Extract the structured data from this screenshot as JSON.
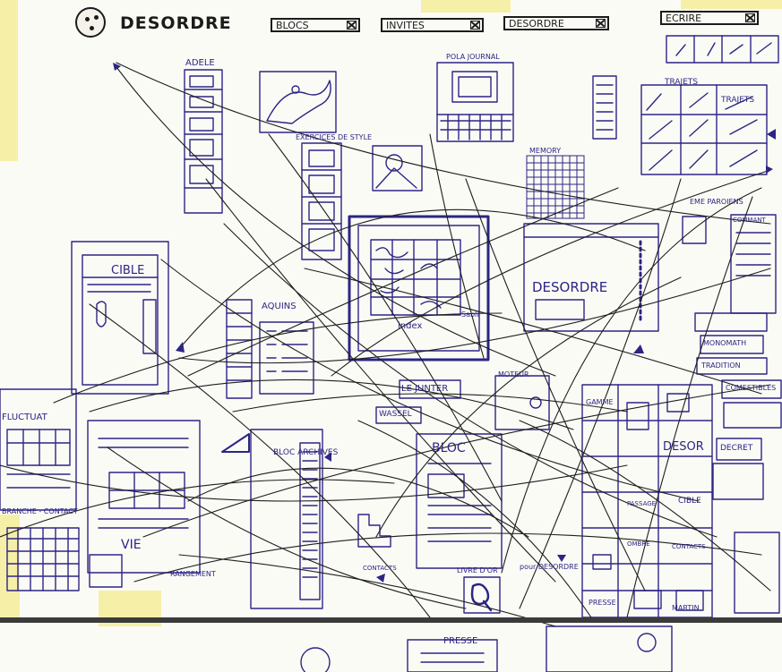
{
  "header": {
    "logo_text": "DESORDRE",
    "nav": [
      {
        "label": "BLOCS"
      },
      {
        "label": "INVITES"
      },
      {
        "label": "DESORDRE"
      },
      {
        "label": "ECRIRE"
      }
    ]
  },
  "labels": {
    "adele": "ADELE",
    "pola_journal": "POLA JOURNAL",
    "exercices": "EXERCICES DE STYLE",
    "memory": "MEMORY",
    "trajets_1": "TRAJETS",
    "trajets_2": "TRAJETS",
    "cible": "CIBLE",
    "aquins": "AQUINS",
    "index": "index",
    "sabli": "Sabli",
    "desordre_center": "DESORDRE",
    "eme_paroiens": "EME PAROIENS",
    "commant": "COMMANT",
    "le_junter": "LE JUNTER",
    "moteur": "MOTEUR",
    "wassel": "WASSEL",
    "fluctuat": "FLUCTUAT",
    "bloc_archives": "BLOC ARCHIVES",
    "bloc": "BLOC",
    "gamme": "GAMME",
    "desor": "DESOR",
    "vie": "VIE",
    "branche_contact": "BRANCHE - CONTACT",
    "rangement": "RANGEMENT",
    "contacts": "CONTACTS",
    "livre_dor": "LIVRE D'OR",
    "pour_desordre": "pour DESORDRE",
    "cible2": "CIBLE",
    "presse_bottom": "PRESSE",
    "presse_cell": "PRESSE",
    "martin": "MARTIN",
    "passage": "PASSAGE",
    "ombre": "OMBRE",
    "contacts2": "CONTACTS",
    "decret": "DECRET",
    "comestibles": "COMESTIBLES",
    "tradition": "TRADITION",
    "monomath": "MONOMATH"
  },
  "colors": {
    "ink": "#2c2585",
    "pencil": "#1e1e1e",
    "tape": "#f5ec9a",
    "paper": "#fbfbf6"
  }
}
